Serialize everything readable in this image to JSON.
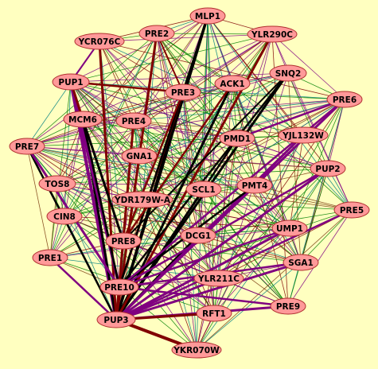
{
  "graph": {
    "nodes": [
      {
        "id": "MLP1",
        "label": "MLP1"
      },
      {
        "id": "YCR076C",
        "label": "YCR076C"
      },
      {
        "id": "PRE2",
        "label": "PRE2"
      },
      {
        "id": "YLR290C",
        "label": "YLR290C"
      },
      {
        "id": "PUP1",
        "label": "PUP1"
      },
      {
        "id": "SNQ2",
        "label": "SNQ2"
      },
      {
        "id": "ACK1",
        "label": "ACK1"
      },
      {
        "id": "PRE3",
        "label": "PRE3"
      },
      {
        "id": "PRE6",
        "label": "PRE6"
      },
      {
        "id": "MCM6",
        "label": "MCM6"
      },
      {
        "id": "PRE4",
        "label": "PRE4"
      },
      {
        "id": "YJL132W",
        "label": "YJL132W"
      },
      {
        "id": "PMD1",
        "label": "PMD1"
      },
      {
        "id": "PRE7",
        "label": "PRE7"
      },
      {
        "id": "GNA1",
        "label": "GNA1"
      },
      {
        "id": "PUP2",
        "label": "PUP2"
      },
      {
        "id": "TOS8",
        "label": "TOS8"
      },
      {
        "id": "SCL1",
        "label": "SCL1"
      },
      {
        "id": "PMT4",
        "label": "PMT4"
      },
      {
        "id": "YDR179W-A",
        "label": "YDR179W-A"
      },
      {
        "id": "PRE5",
        "label": "PRE5"
      },
      {
        "id": "CIN8",
        "label": "CIN8"
      },
      {
        "id": "UMP1",
        "label": "UMP1"
      },
      {
        "id": "PRE8",
        "label": "PRE8"
      },
      {
        "id": "DCG1",
        "label": "DCG1"
      },
      {
        "id": "PRE1",
        "label": "PRE1"
      },
      {
        "id": "SGA1",
        "label": "SGA1"
      },
      {
        "id": "PRE10",
        "label": "PRE10"
      },
      {
        "id": "YLR211C",
        "label": "YLR211C"
      },
      {
        "id": "PRE9",
        "label": "PRE9"
      },
      {
        "id": "RFT1",
        "label": "RFT1"
      },
      {
        "id": "PUP3",
        "label": "PUP3"
      },
      {
        "id": "YKR070W",
        "label": "YKR070W"
      }
    ],
    "colors": {
      "background": "#ffffc0",
      "node_fill": "#ff9999",
      "node_stroke": "#b03030",
      "edge_thick_black": "#000000",
      "edge_purple": "#800080",
      "edge_maroon": "#800000",
      "edge_green": "#008000",
      "edge_teal": "#008080",
      "edge_brown": "#7a3b10"
    }
  }
}
